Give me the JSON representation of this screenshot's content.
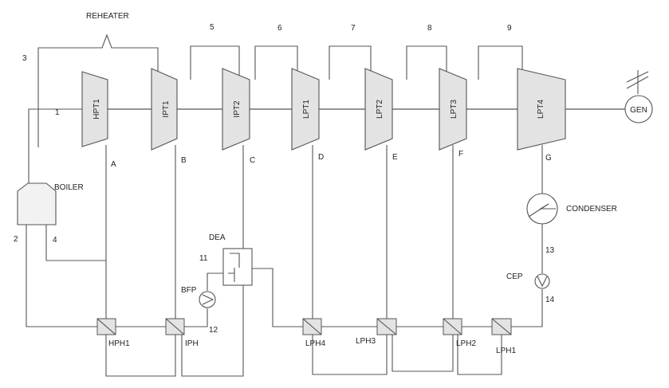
{
  "title": "",
  "labels": {
    "reheater": "REHEATER",
    "boiler": "BOILER",
    "condenser": "CONDENSER",
    "dea": "DEA",
    "bfp": "BFP",
    "cep": "CEP",
    "gen": "GEN"
  },
  "turbines": [
    "HPT1",
    "IPT1",
    "IPT2",
    "LPT1",
    "LPT2",
    "LPT3",
    "LPT4"
  ],
  "bleed_points": [
    "A",
    "B",
    "C",
    "D",
    "E",
    "F",
    "G"
  ],
  "state_points": [
    "1",
    "2",
    "3",
    "4",
    "5",
    "6",
    "7",
    "8",
    "9",
    "11",
    "12",
    "13",
    "14"
  ],
  "heaters": [
    "HPH1",
    "IPH",
    "LPH4",
    "LPH3",
    "LPH2",
    "LPH1"
  ],
  "colors": {
    "line": "#555555",
    "fill": "#e3e3e3",
    "text": "#222222"
  }
}
